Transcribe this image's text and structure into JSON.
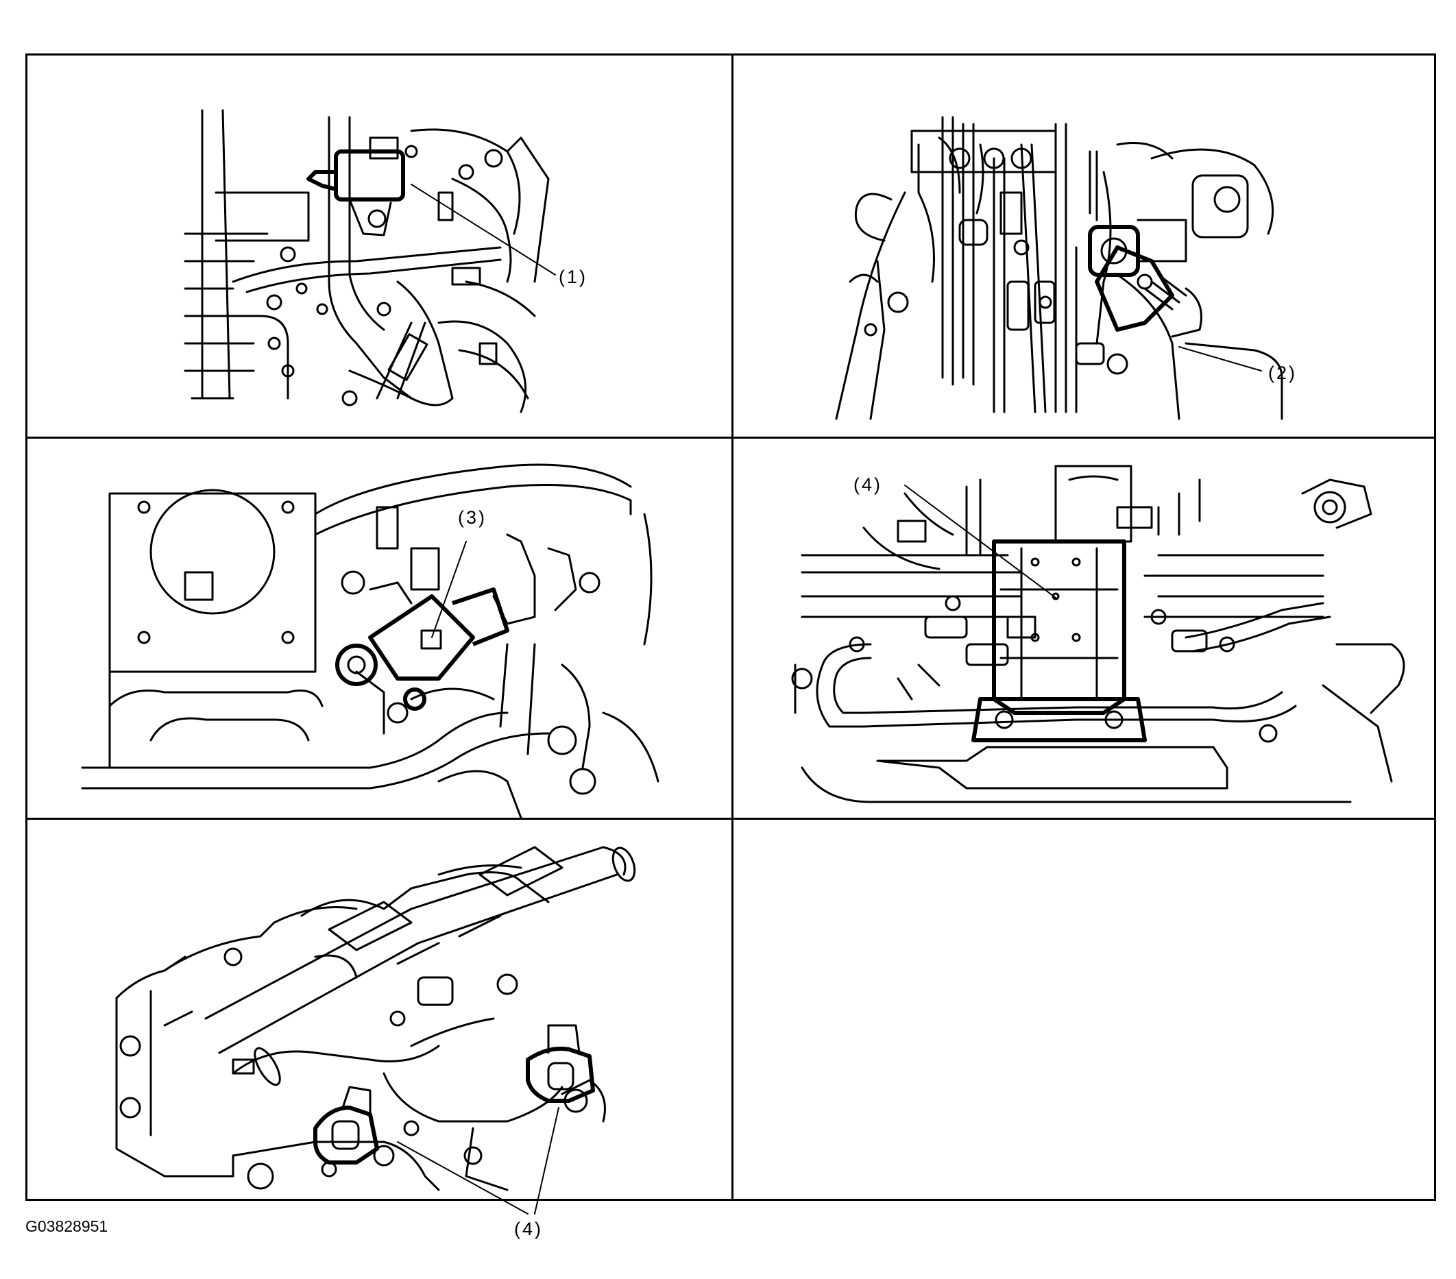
{
  "callouts": {
    "c1": "(1)",
    "c2": "(2)",
    "c3": "(3)",
    "c4a": "(4)",
    "c4b": "(4)"
  },
  "figure_id": "G03828951"
}
